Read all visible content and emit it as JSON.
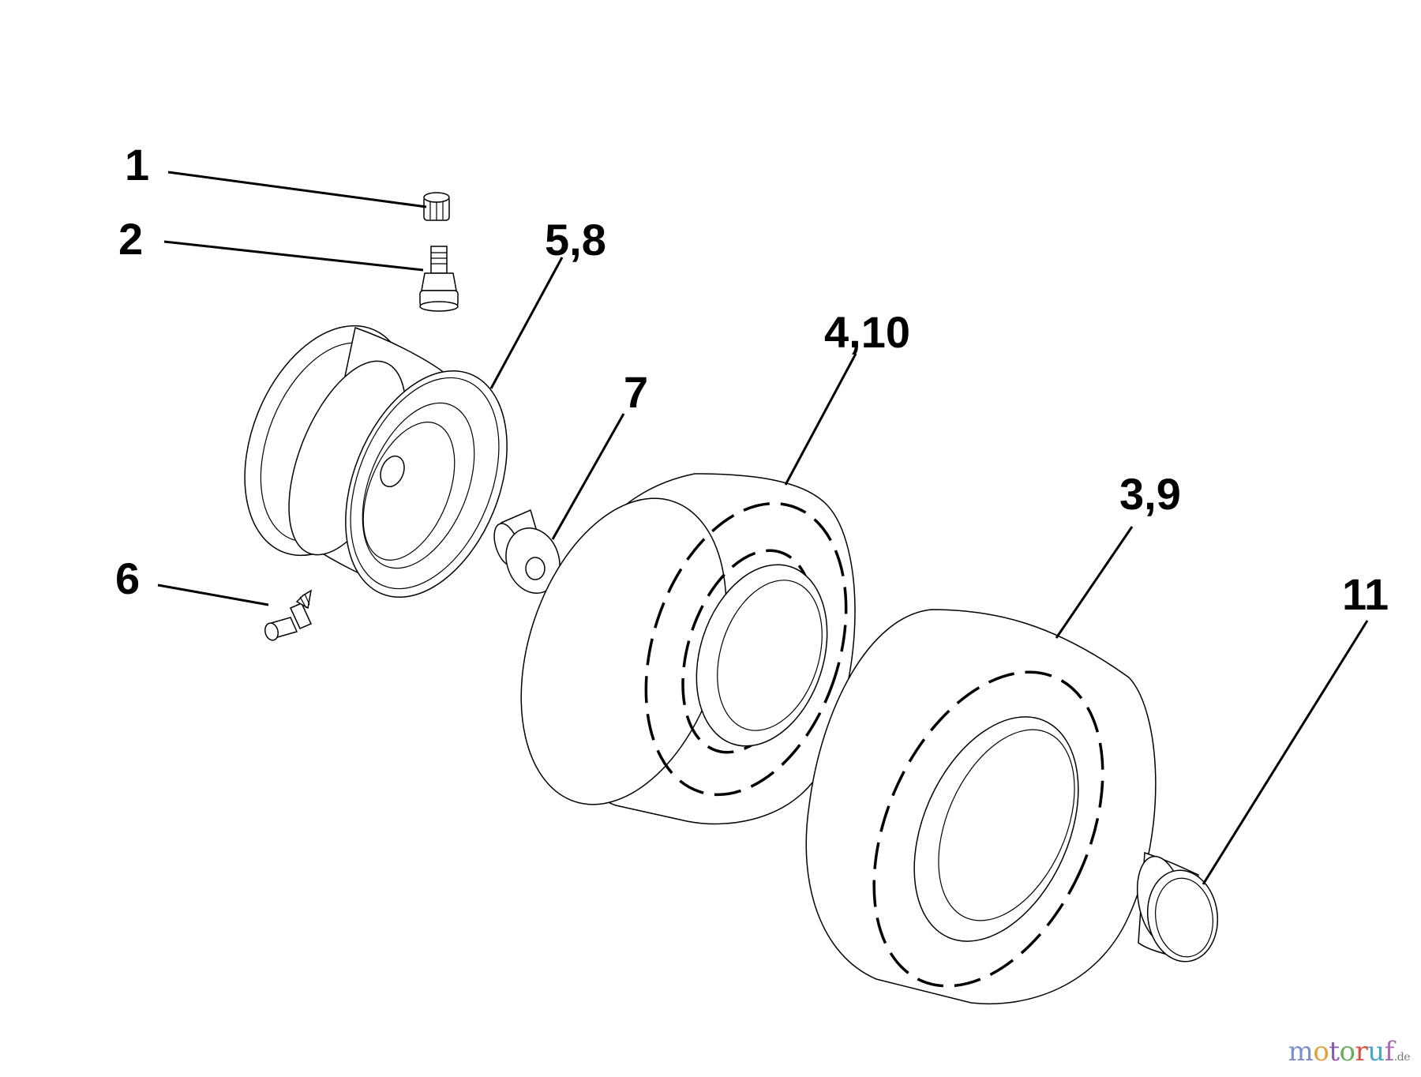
{
  "callouts": {
    "c1": "1",
    "c2": "2",
    "c58": "5,8",
    "c6": "6",
    "c7": "7",
    "c410": "4,10",
    "c39": "3,9",
    "c11": "11"
  },
  "watermark": {
    "letters": [
      "m",
      "o",
      "t",
      "o",
      "r",
      "u",
      "f"
    ],
    "colors": [
      "#7b8fc9",
      "#e0a23a",
      "#8a59b0",
      "#6aae5a",
      "#d9503d",
      "#4aa7c9",
      "#a86cb4"
    ],
    "tld": ".de"
  }
}
